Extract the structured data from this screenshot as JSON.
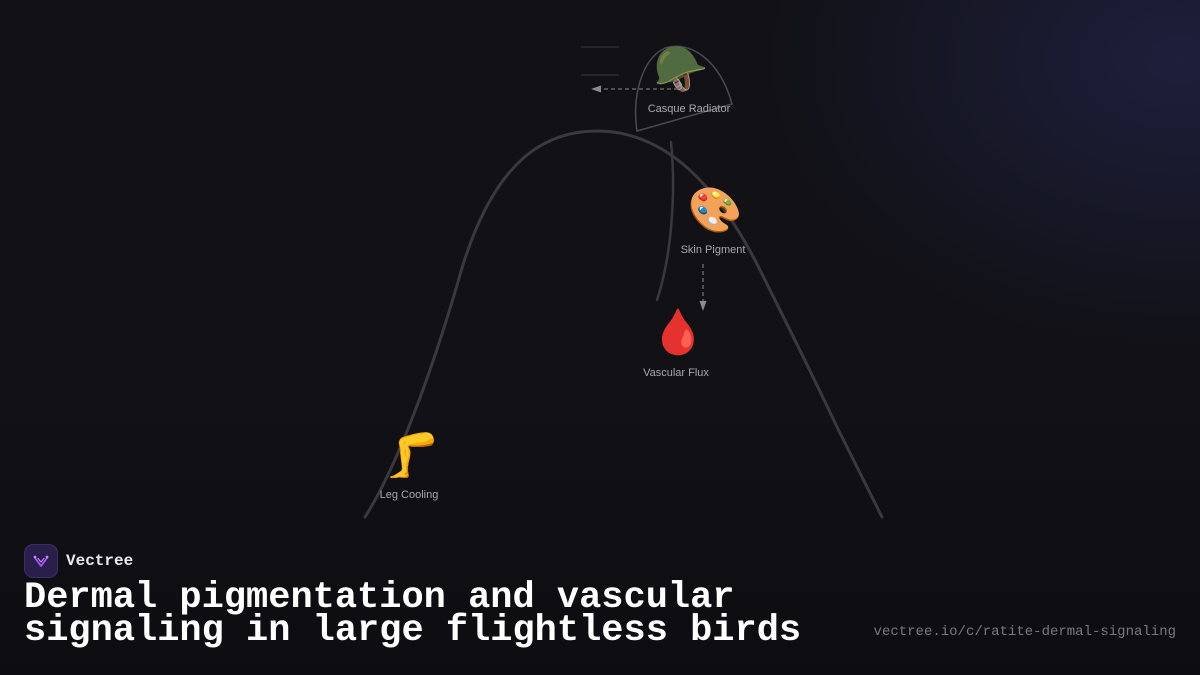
{
  "brand": {
    "name": "Vectree",
    "logo_icon": "vectree-logo-icon",
    "accent": "#a855f7"
  },
  "title": "Dermal pigmentation and vascular signaling in large flightless birds",
  "url": "vectree.io/c/ratite-dermal-signaling",
  "nodes": [
    {
      "id": "casque",
      "icon": "military-helmet-icon",
      "emoji": "🪖",
      "label": "Casque Radiator"
    },
    {
      "id": "skin",
      "icon": "artist-palette-icon",
      "emoji": "🎨",
      "label": "Skin Pigment"
    },
    {
      "id": "vascular",
      "icon": "blood-drop-icon",
      "emoji": "🩸",
      "label": "Vascular Flux"
    },
    {
      "id": "leg",
      "icon": "leg-icon",
      "emoji": "🦵",
      "label": "Leg Cooling"
    }
  ],
  "edges": [
    {
      "from": "casque",
      "to": "casque-left",
      "style": "dashed"
    },
    {
      "from": "skin",
      "to": "vascular",
      "style": "dashed"
    }
  ],
  "colors": {
    "background": "#111116",
    "outline": "#3a3a3e",
    "label": "#a8a8b0",
    "arrow": "#8a8a90"
  }
}
